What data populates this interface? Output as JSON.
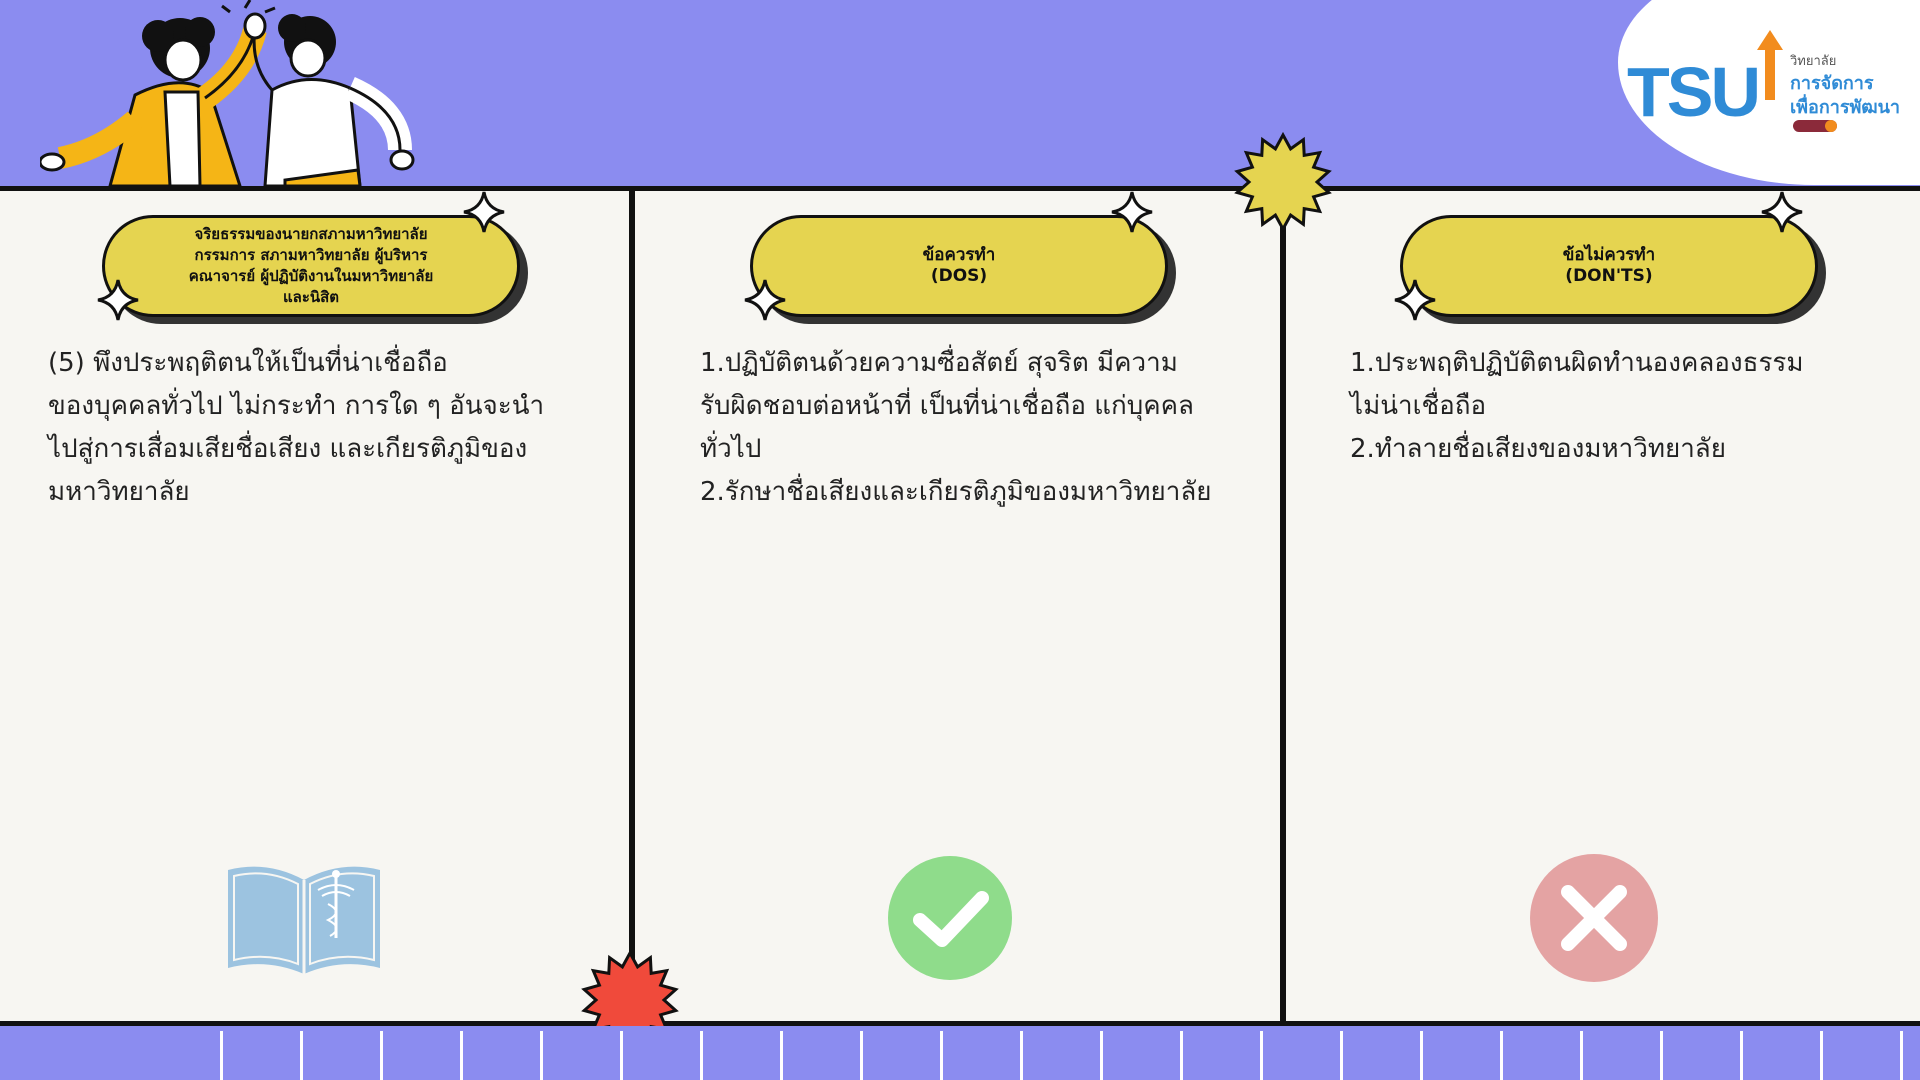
{
  "logo": {
    "mark": "TSU",
    "small_text": "วิทยาลัย",
    "line1": "การจัดการ",
    "line2": "เพื่อการพัฒนา"
  },
  "columns": [
    {
      "heading": "จริยธรรมของนายกสภามหาวิทยาลัย\nกรรมการ สภามหาวิทยาลัย ผู้บริหาร\nคณาจารย์ ผู้ปฏิบัติงานในมหาวิทยาลัย\nและนิสิต",
      "body": "(5) พึงประพฤติตนให้เป็นที่น่าเชื่อถือ\nของบุคคลทั่วไป ไม่กระทำ การใด ๆ อันจะนำ\nไปสู่การเสื่อมเสียชื่อเสียง และเกียรติภูมิของ\nมหาวิทยาลัย",
      "icon": "open-book-icon"
    },
    {
      "heading": "ข้อควรทำ\n(DOS)",
      "body": "1.ปฏิบัติตนด้วยความซื่อสัตย์ สุจริต มีความ\nรับผิดชอบต่อหน้าที่ เป็นที่น่าเชื่อถือ แก่บุคคล\nทั่วไป\n2.รักษาชื่อเสียงและเกียรติภูมิของมหาวิทยาลัย",
      "icon": "checkmark-icon"
    },
    {
      "heading": "ข้อไม่ควรทำ\n(DON'TS)",
      "body": "1.ประพฤติปฏิบัติตนผิดทำนองคลองธรรม\nไม่น่าเชื่อถือ\n2.ทำลายชื่อเสียงของมหาวิทยาลัย",
      "icon": "x-mark-icon"
    }
  ],
  "colors": {
    "band": "#8b8cf0",
    "panel": "#f7f6f2",
    "pill": "#e5d450",
    "check": "#8fdc8b",
    "cross": "#e4a3a3",
    "book": "#9cc3e0",
    "burst_red": "#f04a3b",
    "burst_yellow": "#e5d450"
  }
}
